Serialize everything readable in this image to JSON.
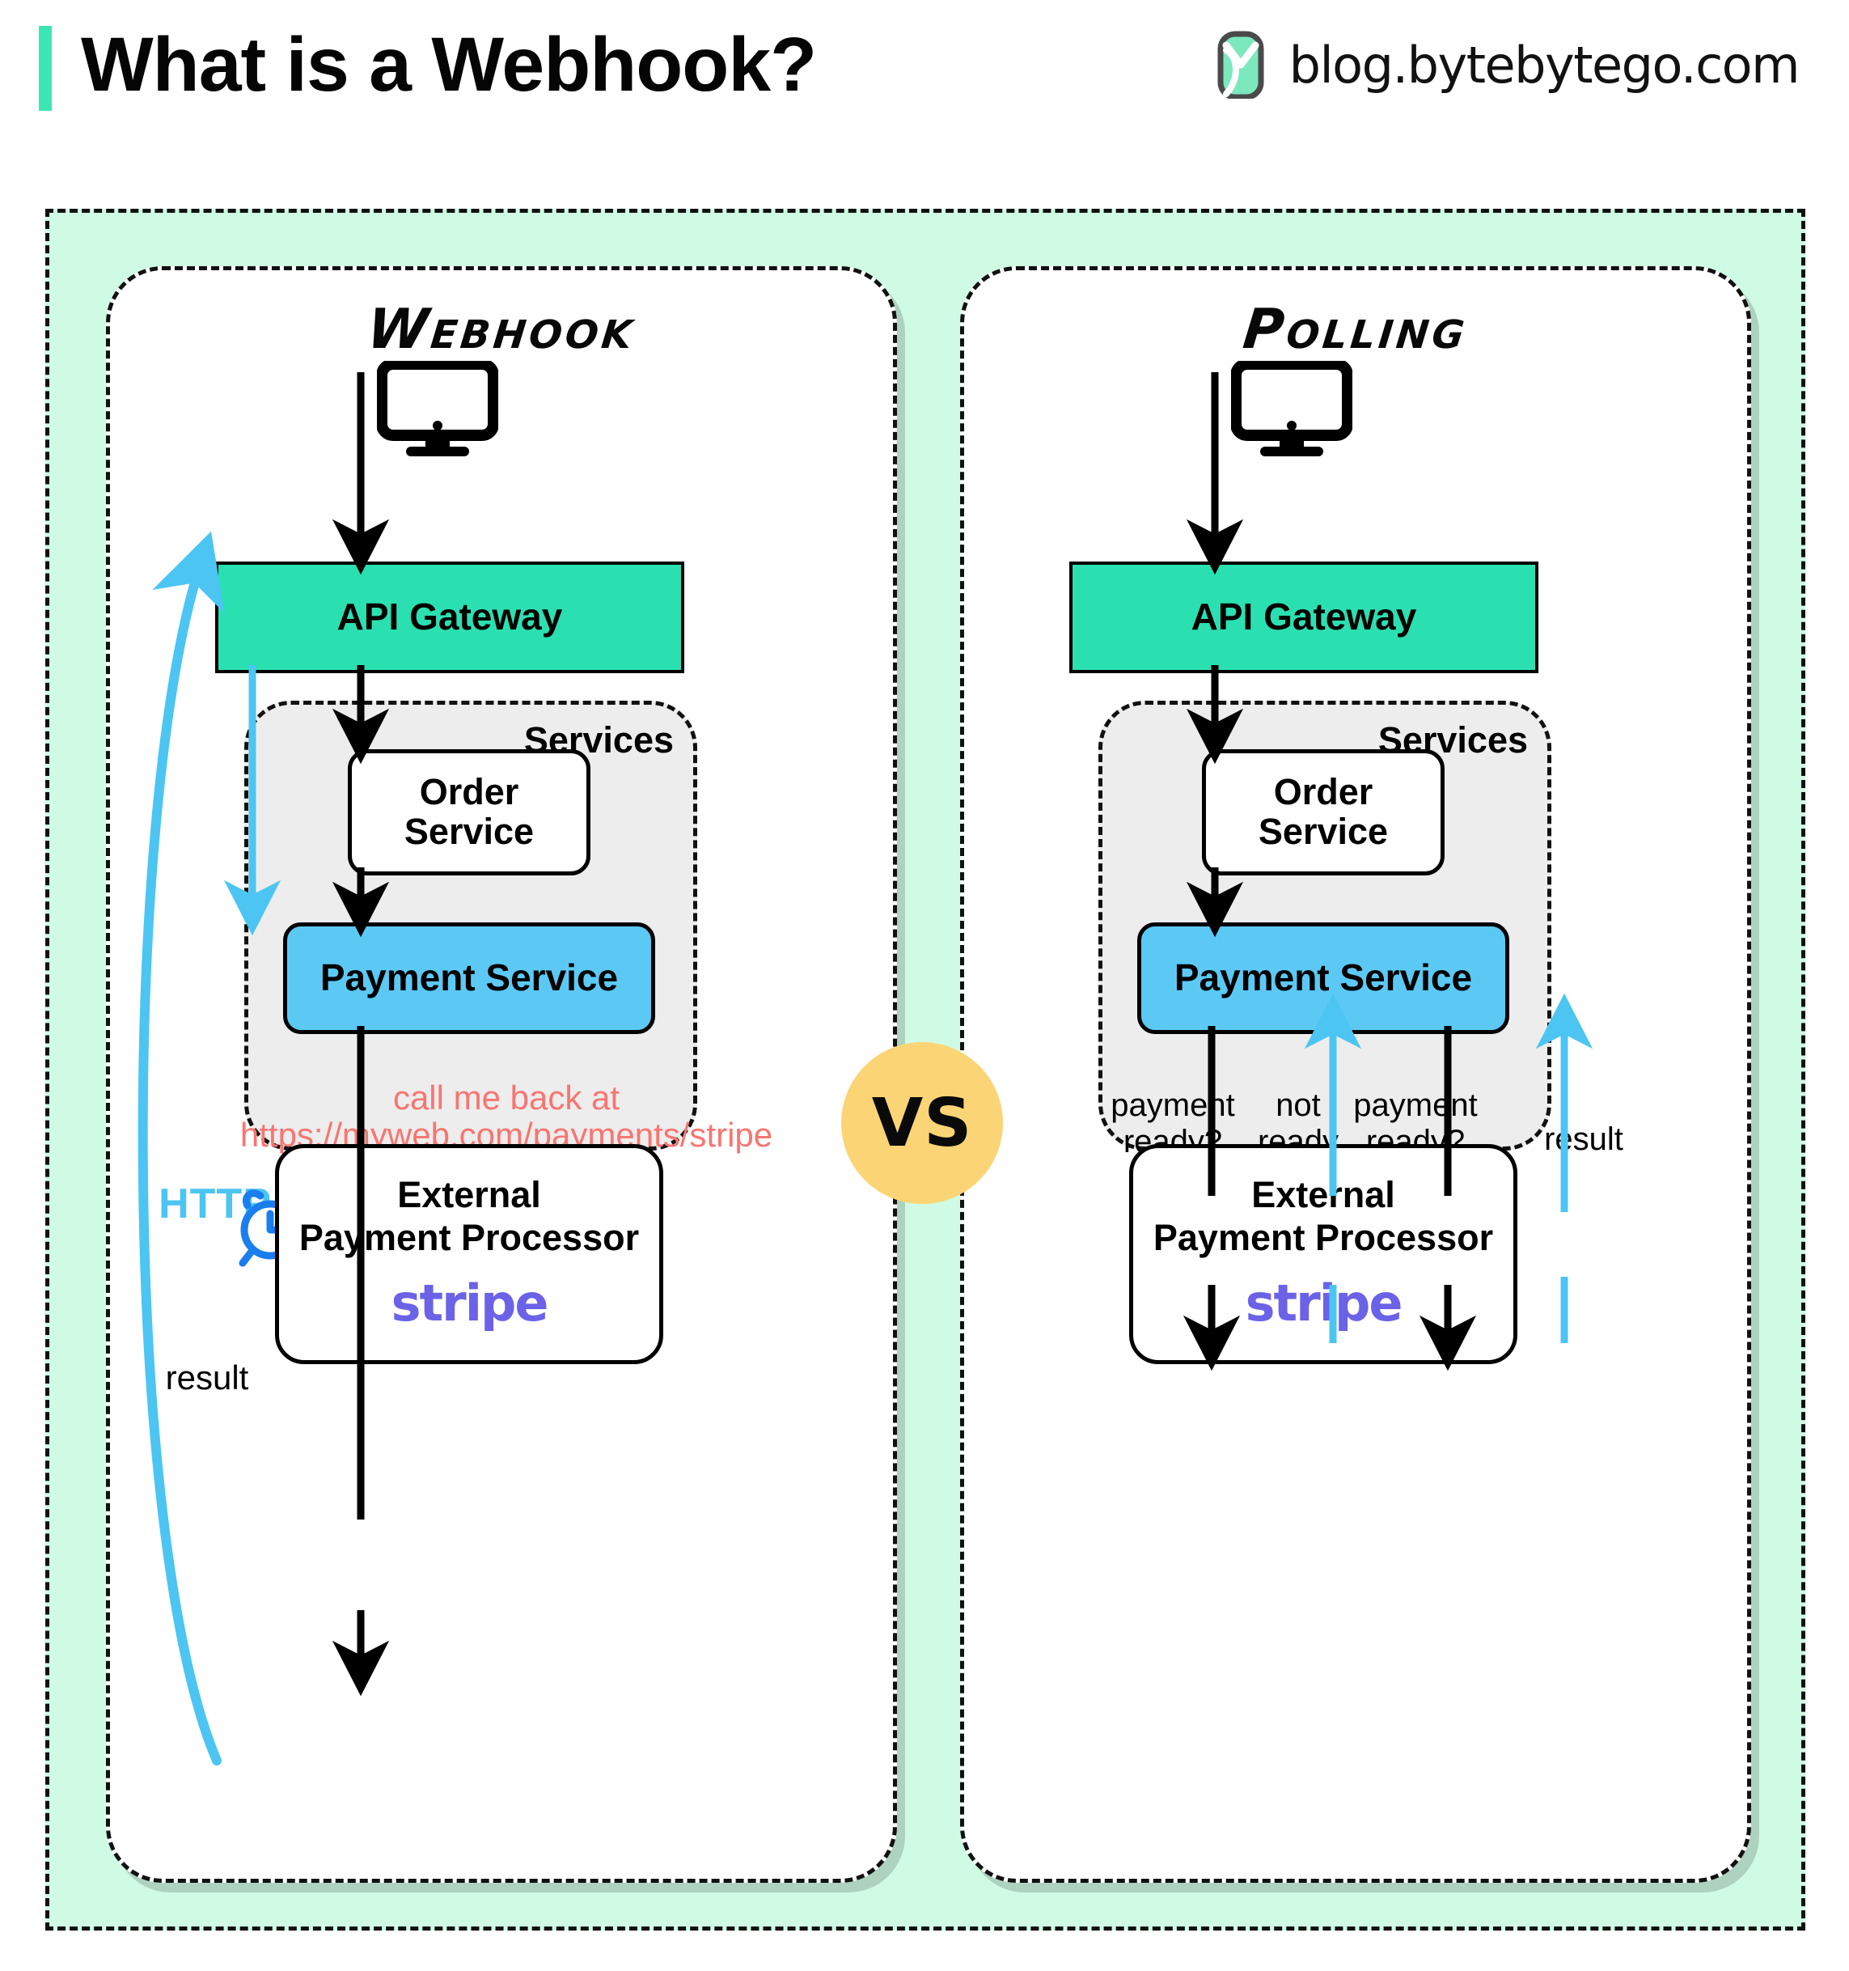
{
  "header": {
    "title": "What is a Webhook?",
    "brand_text": "blog.bytebytego.com",
    "logo_icon": "bytebytego-logo-icon",
    "accent_color": "#3CE6B4"
  },
  "vs_badge": {
    "label": "VS",
    "color": "#FBD575"
  },
  "colors": {
    "frame_background": "#CFFBE4",
    "api_gateway": "#2BE0B0",
    "payment_service": "#5CC9F5",
    "services_background": "#EDEDED",
    "callback_text": "#F87571",
    "http_label": "#4CC5F3",
    "stripe": "#6B62E8",
    "alarm_clock": "#1A7EEE"
  },
  "panels": [
    {
      "id": "webhook",
      "title": "Webhook",
      "monitor_icon": "monitor-icon",
      "api_gateway": "API Gateway",
      "services_label": "Services",
      "order_service": "Order\nService",
      "order_service_line1": "Order",
      "order_service_line2": "Service",
      "payment_service": "Payment Service",
      "external_processor_line1": "External",
      "external_processor_line2": "Payment Processor",
      "stripe_logo": "stripe",
      "annotations": {
        "result": "result",
        "callback_line1": "call me back at",
        "callback_line2": "https://myweb.com/payments/stripe",
        "http": "HTTP",
        "alarm_icon": "alarm-clock-icon"
      }
    },
    {
      "id": "polling",
      "title": "Polling",
      "monitor_icon": "monitor-icon",
      "api_gateway": "API Gateway",
      "services_label": "Services",
      "order_service_line1": "Order",
      "order_service_line2": "Service",
      "payment_service": "Payment Service",
      "external_processor_line1": "External",
      "external_processor_line2": "Payment Processor",
      "stripe_logo": "stripe",
      "poll_arrows": [
        {
          "line1": "payment",
          "line2": "ready?",
          "direction": "down",
          "color": "black"
        },
        {
          "line1": "not",
          "line2": "ready",
          "direction": "up",
          "color": "blue"
        },
        {
          "line1": "payment",
          "line2": "ready?",
          "direction": "down",
          "color": "black"
        },
        {
          "line1": "result",
          "line2": "",
          "direction": "up",
          "color": "blue"
        }
      ]
    }
  ]
}
